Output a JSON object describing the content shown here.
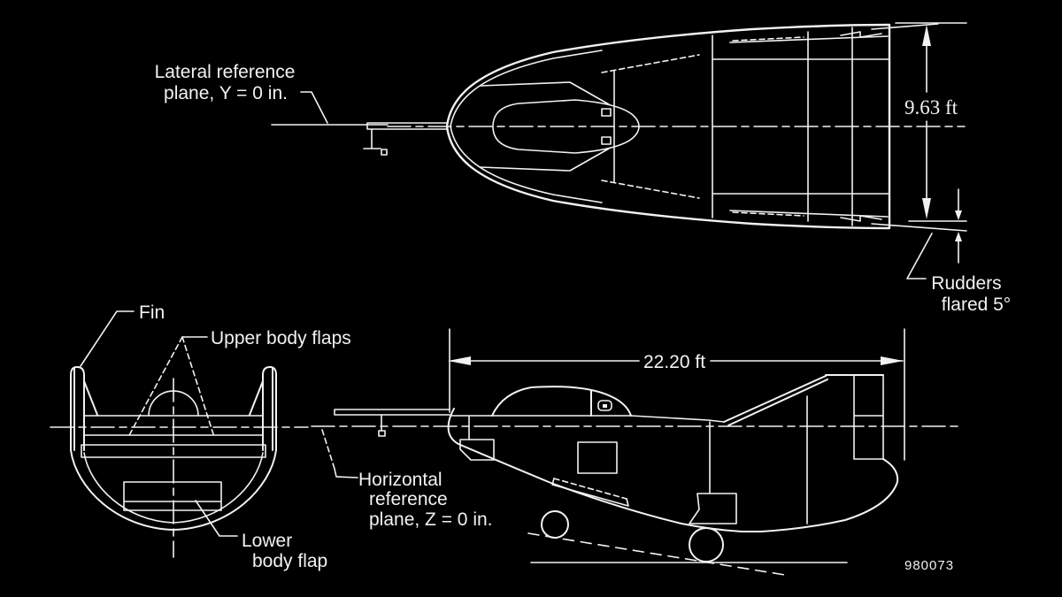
{
  "figure": {
    "background": "#000000",
    "line_color": "#f2f2f2",
    "figure_number": "980073",
    "figure_number_color": "#949494"
  },
  "top_view": {
    "label_lateral_line1": "Lateral reference",
    "label_lateral_line2": "plane, Y = 0 in.",
    "dim_height": "9.63 ft",
    "label_rudders_line1": "Rudders",
    "label_rudders_line2": "flared 5°"
  },
  "front_view": {
    "label_fin": "Fin",
    "label_upper_flaps": "Upper body flaps",
    "label_lower_flap_line1": "Lower",
    "label_lower_flap_line2": "body flap"
  },
  "side_view": {
    "dim_length": "22.20 ft",
    "label_horizontal_line1": "Horizontal",
    "label_horizontal_line2": "reference",
    "label_horizontal_line3": "plane, Z = 0 in."
  }
}
